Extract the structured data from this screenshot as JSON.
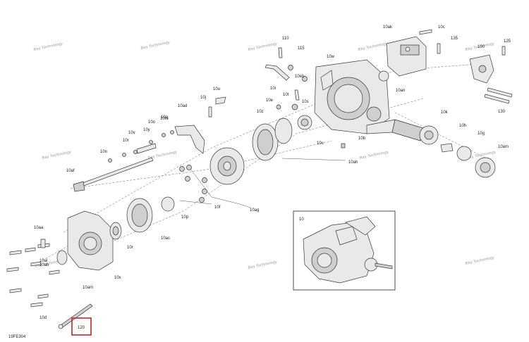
{
  "figure_code": "19FE304",
  "highlight_label": "120",
  "highlight_color": "#d0202a",
  "inset_label": "10",
  "watermark_text": "Bay Technology",
  "callouts": {
    "c10ak": "10ak",
    "c10c": "10c",
    "c110": "110",
    "c115": "115",
    "c135": "135",
    "c100": "100",
    "c125": "125",
    "c10w": "10w",
    "c10eb": "10eb",
    "c10an": "10an",
    "c10u": "10u",
    "c10j": "10j",
    "c10k": "10k",
    "c10i": "10i",
    "c10t": "10t",
    "c10s": "10s",
    "c10ad": "10ad",
    "c10e": "10e",
    "c10z": "10z",
    "c10q": "10q",
    "c10m": "10m",
    "c10o": "10o",
    "c10v": "10v",
    "c10y": "10y",
    "c10r": "10r",
    "c10n": "10n",
    "c10b": "10b",
    "c10h": "10h",
    "c10g": "10g",
    "c10am": "10am",
    "c10ah": "10ah",
    "c10af": "10af",
    "c10f": "10f",
    "c10ag": "10ag",
    "c10p": "10p",
    "c10ac": "10ac",
    "c10aa": "10aa",
    "c10x": "10x",
    "c10al": "10al",
    "c10ab": "10ab",
    "c10d": "10d",
    "c130": "130"
  }
}
